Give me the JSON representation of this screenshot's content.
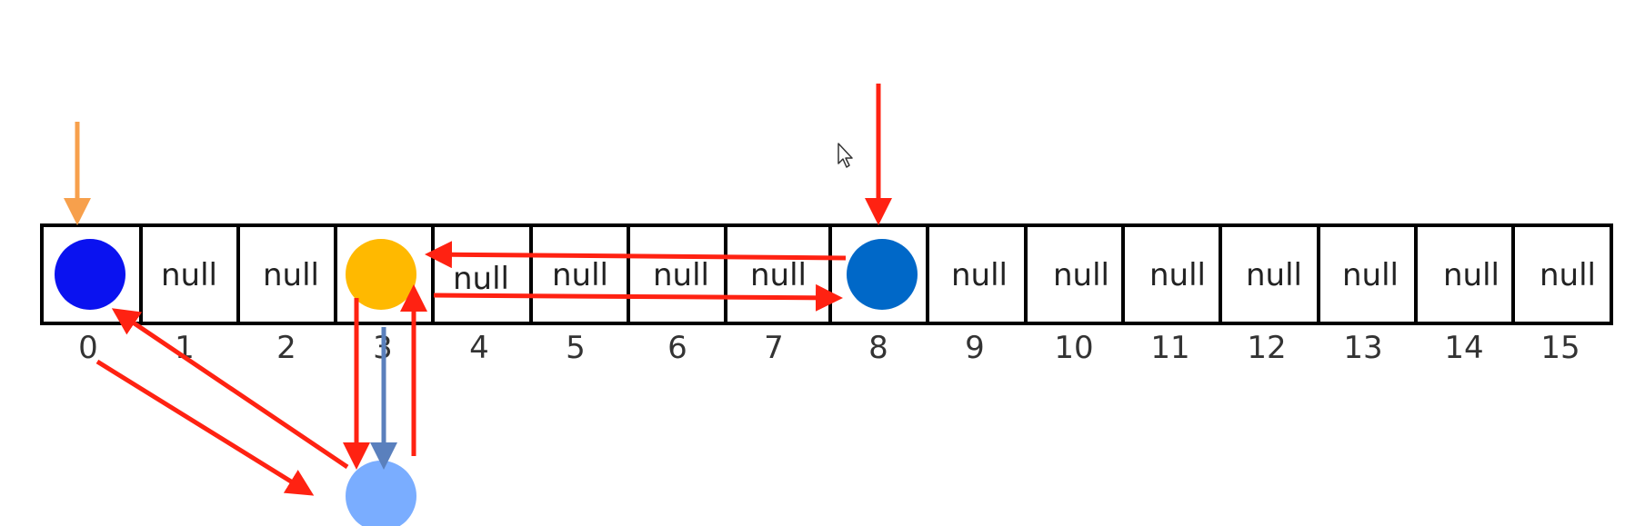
{
  "array": {
    "cells": [
      "",
      "null",
      "null",
      "",
      "null",
      "null",
      "null",
      "null",
      "",
      "null",
      "null",
      "null",
      "null",
      "null",
      "null",
      "null"
    ],
    "indices": [
      "0",
      "1",
      "2",
      "3",
      "4",
      "5",
      "6",
      "7",
      "8",
      "9",
      "10",
      "11",
      "12",
      "13",
      "14",
      "15"
    ]
  },
  "colors": {
    "node_slot_0": "#0a12f0",
    "node_slot_3": "#ffb900",
    "node_slot_8": "#0068c8",
    "node_chained": "#7aadff",
    "arrow_red": "#ff2212",
    "arrow_orange": "#f7a04c",
    "arrow_steel": "#5a80bd",
    "grid_stroke": "#000000"
  }
}
